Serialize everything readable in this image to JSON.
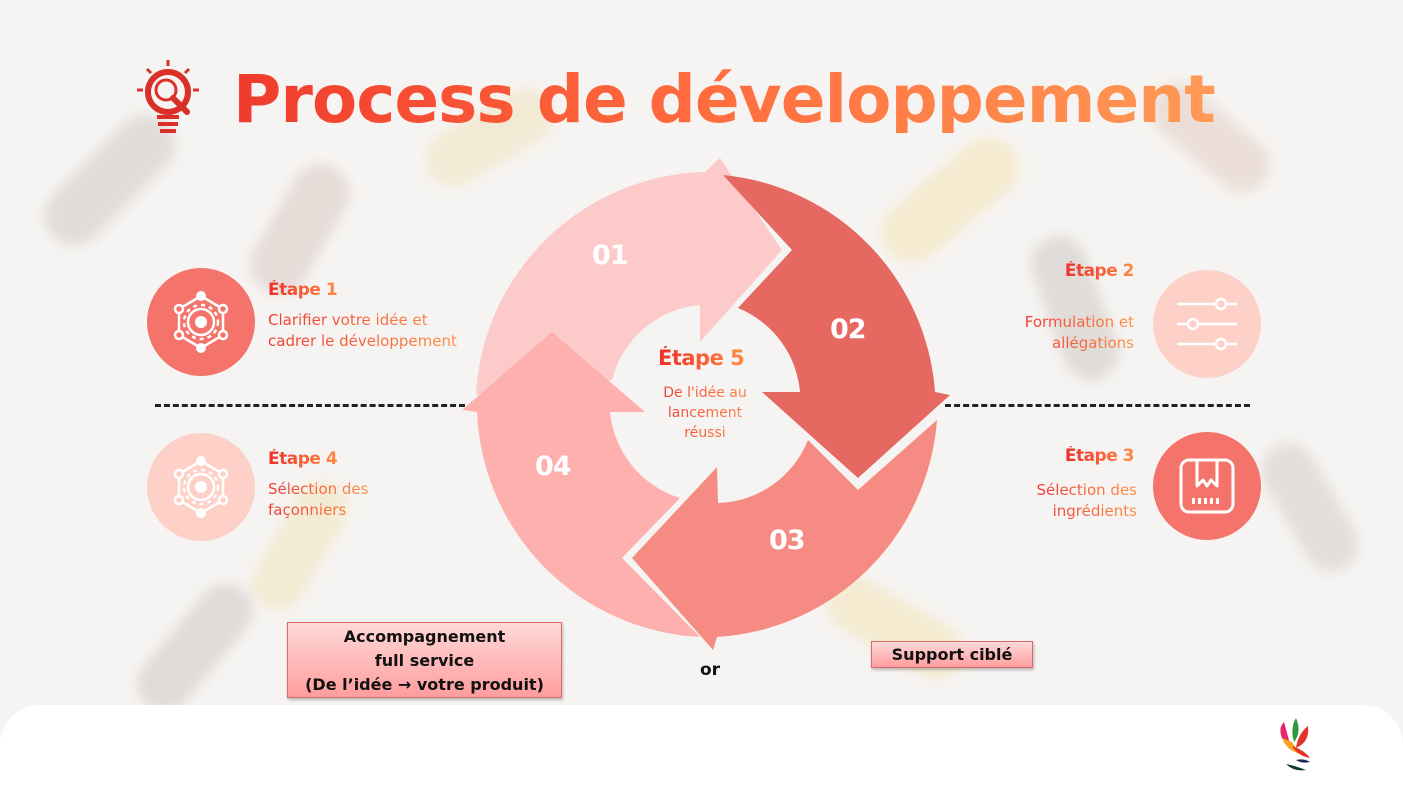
{
  "title": "Process de développement",
  "title_icon": "lightbulb-search-icon",
  "colors": {
    "title_start": "#f03a2e",
    "title_end": "#ff9a55",
    "arrow_01": "#fdcaca",
    "arrow_02": "#e56861",
    "arrow_03": "#f68b84",
    "arrow_04": "#fdb0ad",
    "circle_strong": "#f4746b",
    "circle_light": "#fdd0c8",
    "box_fill": "#ffb0b0"
  },
  "steps": [
    {
      "id": 1,
      "title": "Étape 1",
      "lines": [
        "Clarifier votre idée et",
        "cadrer le développement"
      ],
      "icon": "gear-network-icon"
    },
    {
      "id": 2,
      "title": "Étape 2",
      "lines": [
        "Formulation et",
        "allégations"
      ],
      "icon": "sliders-icon"
    },
    {
      "id": 3,
      "title": "Étape 3",
      "lines": [
        "Sélection des",
        "ingrédients"
      ],
      "icon": "package-box-icon"
    },
    {
      "id": 4,
      "title": "Étape 4",
      "lines": [
        "Sélection des",
        "façonniers"
      ],
      "icon": "gear-network-icon"
    }
  ],
  "cycle": {
    "segments": [
      "01",
      "02",
      "03",
      "04"
    ],
    "center": {
      "title": "Étape 5",
      "lines": [
        "De l'idée au",
        "lancement",
        "réussi"
      ]
    }
  },
  "offers": {
    "full_service": {
      "lines": [
        "Accompagnement",
        "full service",
        "(De l’idée → votre produit)"
      ]
    },
    "separator": "or",
    "targeted": {
      "label": "Support ciblé"
    }
  },
  "logo": "bird-logo-icon"
}
